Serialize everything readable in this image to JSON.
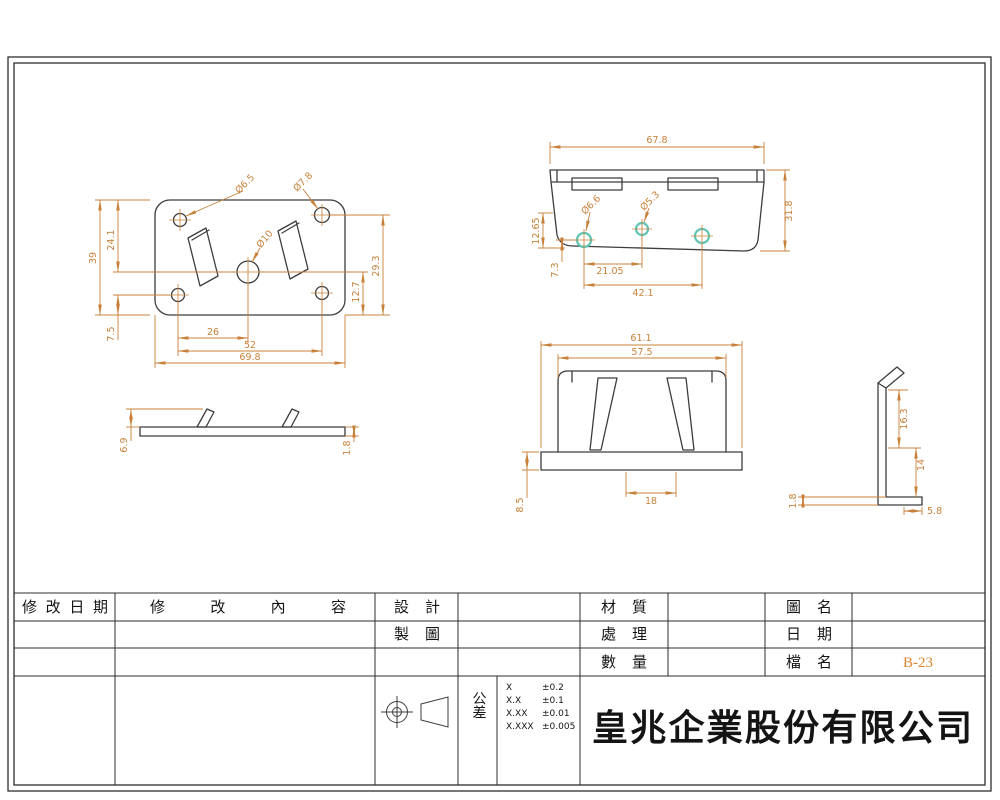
{
  "sheet": {
    "background": "#ffffff",
    "outline_color": "#3d3d3d",
    "dimension_color": "#c8813a",
    "hole_highlight_color": "#5ec4b4",
    "file_number_color": "#e0862e"
  },
  "views": {
    "plan_view": {
      "hole_dia_small": "Ø6.5",
      "hole_dia_large": "Ø7.8",
      "center_hole_dia": "Ø10",
      "overall_height": "39",
      "top_to_center": "24.1",
      "right_span": "29.3",
      "center_to_bottom": "12.7",
      "bottom_hole_offset": "7.5",
      "hole_to_center": "26",
      "hole_span": "52",
      "overall_width": "69.8"
    },
    "top_view": {
      "overall_width": "67.8",
      "hole_dia_left": "Ø6.6",
      "hole_dia_middle": "Ø5.3",
      "overall_depth": "31.8",
      "left_depth": "12.65",
      "hole_edge_offset": "7.3",
      "hole_pitch_left": "21.05",
      "hole_pitch_outer": "42.1"
    },
    "edge_view": {
      "tab_height": "6.9",
      "thickness": "1.8"
    },
    "front_view": {
      "overall_width": "61.1",
      "inner_width": "57.5",
      "bottom_gap": "18",
      "flange_height": "8.5"
    },
    "side_view": {
      "upper_height": "16.3",
      "lower_height": "14",
      "foot_length": "5.8",
      "thickness": "1.8"
    }
  },
  "title_block": {
    "revision_date_label": "修改日期",
    "revision_content_label": "修改內容",
    "design_label": "設計",
    "drafting_label": "製圖",
    "material_label": "材質",
    "treatment_label": "處理",
    "quantity_label": "數量",
    "drawing_name_label": "圖名",
    "date_label": "日期",
    "file_name_label": "檔名",
    "file_number": "B-23",
    "tolerance_label": "公差",
    "tolerance_rows": [
      {
        "digits": "X",
        "value": "±0.2"
      },
      {
        "digits": "X.X",
        "value": "±0.1"
      },
      {
        "digits": "X.XX",
        "value": "±0.01"
      },
      {
        "digits": "X.XXX",
        "value": "±0.005"
      }
    ],
    "company_name": "皇兆企業股份有限公司"
  }
}
